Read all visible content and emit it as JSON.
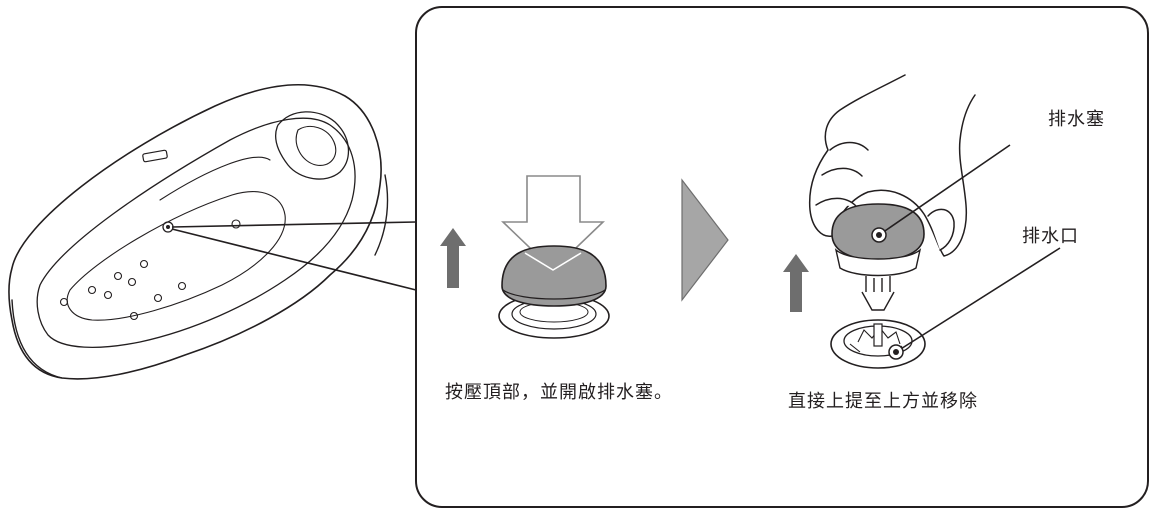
{
  "step1": {
    "caption": "按壓頂部，並開啟排水塞。"
  },
  "step2": {
    "caption": "直接上提至上方並移除"
  },
  "labels": {
    "drain_plug": "排水塞",
    "drain_outlet": "排水口"
  },
  "colors": {
    "line": "#231f20",
    "plug_gray": "#9a9a9a",
    "arrow_gray": "#6e6e6e",
    "step_arrow": "#a6a6a6"
  }
}
